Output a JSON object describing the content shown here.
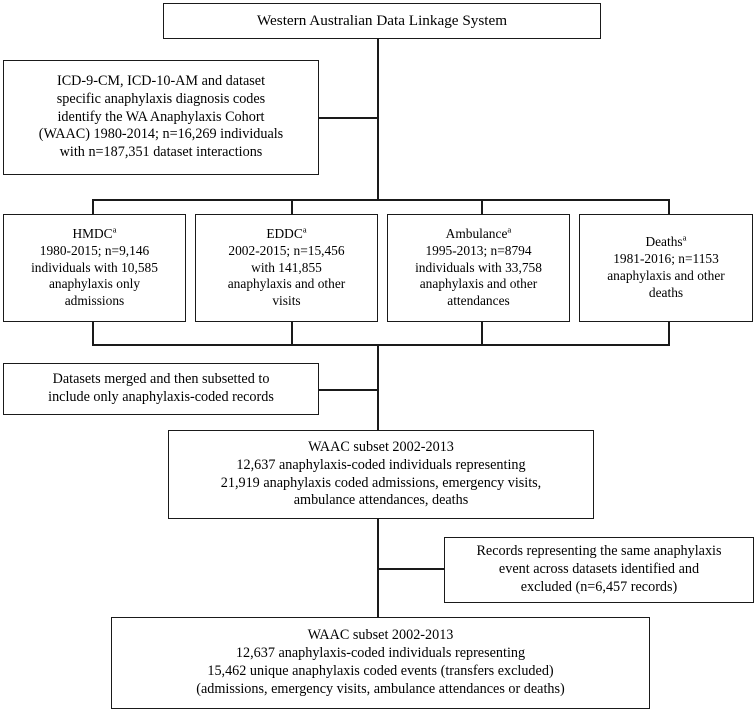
{
  "figure": {
    "type": "flowchart",
    "title": "Western Australian Data Linkage System anaphylaxis cohort derivation flowchart",
    "orientation": "top-down"
  },
  "nodes": {
    "root": {
      "label": "Western Australian Data Linkage System"
    },
    "codes": {
      "label": "ICD-9-CM, ICD-10-AM and dataset\nspecific anaphylaxis diagnosis codes\nidentify the WA Anaphylaxis Cohort\n(WAAC) 1980-2014; n=16,269 individuals\nwith n=187,351 dataset interactions"
    },
    "datasets": [
      {
        "name": "HMDC",
        "superscript": "a",
        "label": "1980-2015; n=9,146\nindividuals with 10,585\nanaphylaxis only\nadmissions"
      },
      {
        "name": "EDDC",
        "superscript": "a",
        "label": "2002-2015; n=15,456\nwith 141,855\nanaphylaxis and other\nvisits"
      },
      {
        "name": "Ambulance",
        "superscript": "a",
        "label": "1995-2013; n=8794\nindividuals with 33,758\nanaphylaxis and other\nattendances"
      },
      {
        "name": "Deaths",
        "superscript": "a",
        "label": "1981-2016; n=1153\nanaphylaxis and other\ndeaths"
      }
    ],
    "merge": {
      "label": "Datasets merged and then subsetted to\ninclude only anaphylaxis-coded records"
    },
    "subset_2002_2013": {
      "label": "WAAC subset 2002-2013\n12,637 anaphylaxis-coded individuals representing\n21,919 anaphylaxis coded admissions, emergency visits,\nambulance attendances, deaths"
    },
    "excluded": {
      "label": "Records representing the same anaphylaxis\nevent across datasets identified and\nexcluded (n=6,457 records)"
    },
    "final_subset": {
      "label": "WAAC subset 2002-2013\n12,637 anaphylaxis-coded individuals representing\n15,462 unique anaphylaxis coded events (transfers excluded)\n(admissions, emergency visits, ambulance attendances or deaths)"
    }
  },
  "style": {
    "border_color": "#1a1a1a",
    "background": "#ffffff",
    "text_color": "#000000"
  }
}
